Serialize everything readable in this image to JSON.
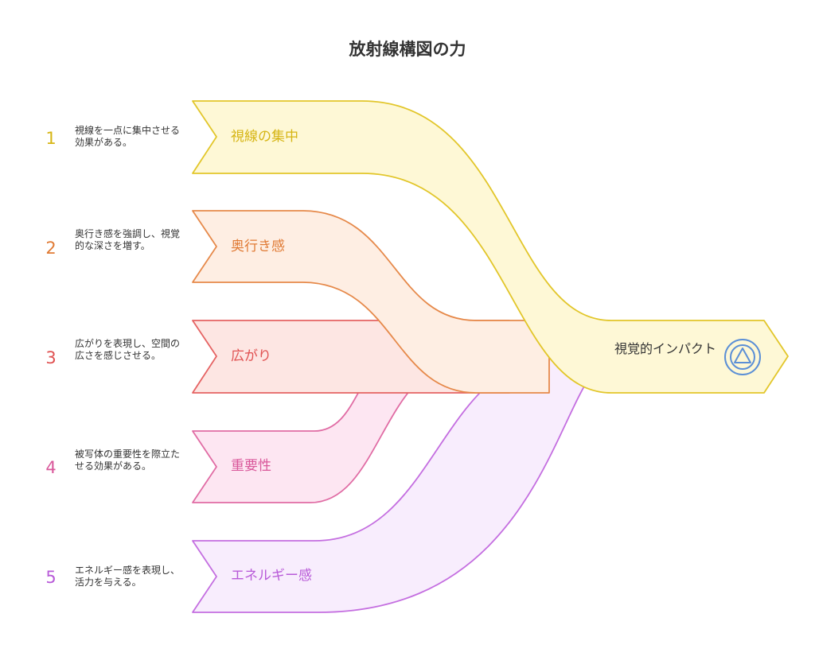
{
  "title": "放射線構図の力",
  "output": {
    "label": "視覚的インパクト",
    "icon": "triangle-in-circle-icon",
    "color": "#5b8fd6"
  },
  "steps": [
    {
      "number": "1",
      "label": "視線の集中",
      "description": "視線を一点に集中させる効果がある。",
      "stroke": "#e2c62a",
      "fill": "#fef8d6",
      "text_color": "#d6b514"
    },
    {
      "number": "2",
      "label": "奥行き感",
      "description": "奥行き感を強調し、視覚的な深さを増す。",
      "stroke": "#e6894a",
      "fill": "#feeee3",
      "text_color": "#e07a34"
    },
    {
      "number": "3",
      "label": "広がり",
      "description": "広がりを表現し、空間の広さを感じさせる。",
      "stroke": "#e56363",
      "fill": "#fde6e3",
      "text_color": "#e05252"
    },
    {
      "number": "4",
      "label": "重要性",
      "description": "被写体の重要性を際立たせる効果がある。",
      "stroke": "#e06ca4",
      "fill": "#fde6f2",
      "text_color": "#d9579a"
    },
    {
      "number": "5",
      "label": "エネルギー感",
      "description": "エネルギー感を表現し、活力を与える。",
      "stroke": "#c46ee0",
      "fill": "#f8edfd",
      "text_color": "#b85ad8"
    }
  ]
}
